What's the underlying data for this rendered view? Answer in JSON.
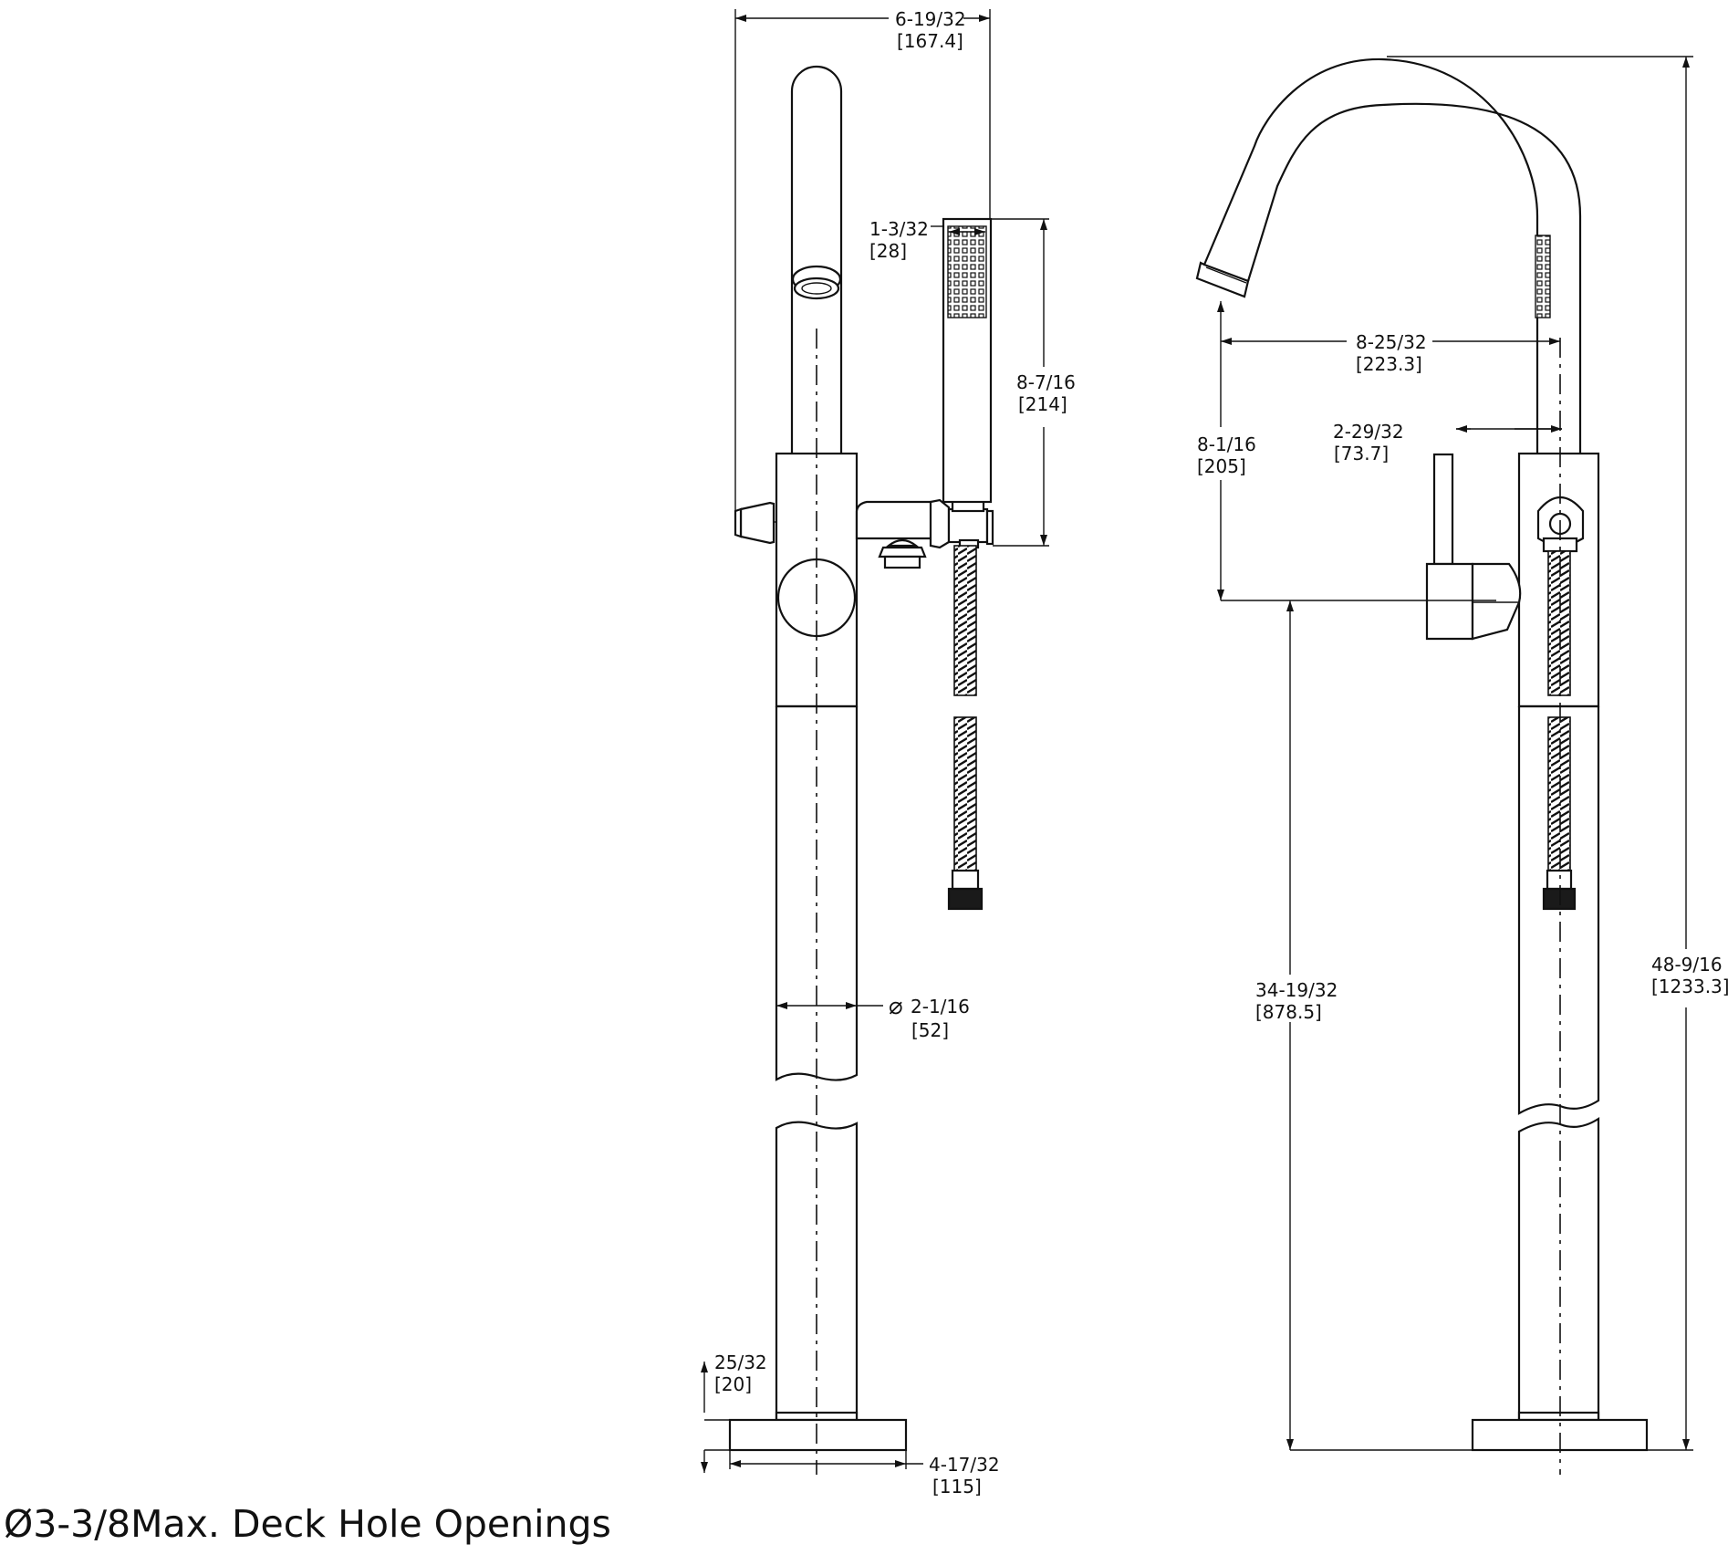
{
  "footnote": "Ø3-3/8Max. Deck Hole Openings",
  "dimensions": {
    "overall_width": "6-19/32",
    "overall_width_mm": "[167.4]",
    "handshower_width": "1-3/32",
    "handshower_width_mm": "[28]",
    "handshower_height": "8-7/16",
    "handshower_height_mm": "[214]",
    "tube_diameter": "2-1/16",
    "tube_diameter_mm": "[52]",
    "base_height": "25/32",
    "base_height_mm": "[20]",
    "base_width": "4-17/32",
    "base_width_mm": "[115]",
    "spout_reach": "8-25/32",
    "spout_reach_mm": "[223.3]",
    "handle_offset": "2-29/32",
    "handle_offset_mm": "[73.7]",
    "spout_clearance": "8-1/16",
    "spout_clearance_mm": "[205]",
    "handle_height": "34-19/32",
    "handle_height_mm": "[878.5]",
    "overall_height": "48-9/16",
    "overall_height_mm": "[1233.3]"
  }
}
